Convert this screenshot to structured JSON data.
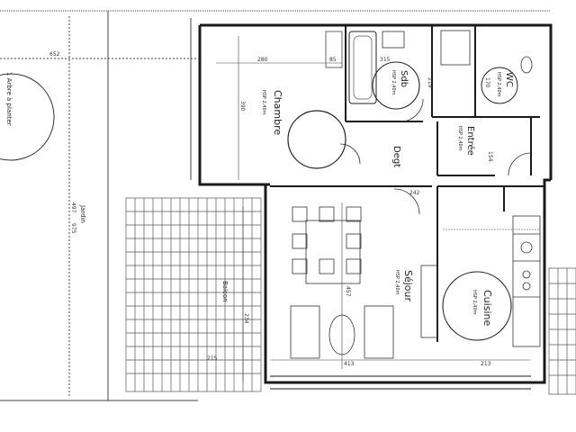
{
  "rooms": {
    "chambre": {
      "name": "Chambre",
      "area": "HSP 2,40m"
    },
    "sdb": {
      "name": "Sdb",
      "area": "HSP 2,40m"
    },
    "wc": {
      "name": "WC",
      "area": "HSP 2,40m"
    },
    "entree": {
      "name": "Entrée",
      "area": "HSP 2,40m"
    },
    "degt": {
      "name": "Degt"
    },
    "sejour": {
      "name": "Séjour",
      "area": "HSP 2,40m"
    },
    "cuisine": {
      "name": "Cuisine",
      "area": "HSP 2,40m"
    },
    "jardin": {
      "name": "Jardin"
    },
    "arbre": {
      "name": "1 Arbre à planter"
    },
    "balcon": {
      "name": "Balcon"
    }
  },
  "dimensions": {
    "d652": "652",
    "d280": "280",
    "d390": "390",
    "d85": "85",
    "d315": "315",
    "d219": "219",
    "d170": "170",
    "d154": "154",
    "d234": "234",
    "d457": "457",
    "d413": "413",
    "d215": "215",
    "d213": "213",
    "d497": "497",
    "d975": "975",
    "d242": "242"
  },
  "colors": {
    "wall": "#1a1a1a",
    "line": "#333333",
    "hatch": "#555555",
    "background": "#ffffff"
  }
}
